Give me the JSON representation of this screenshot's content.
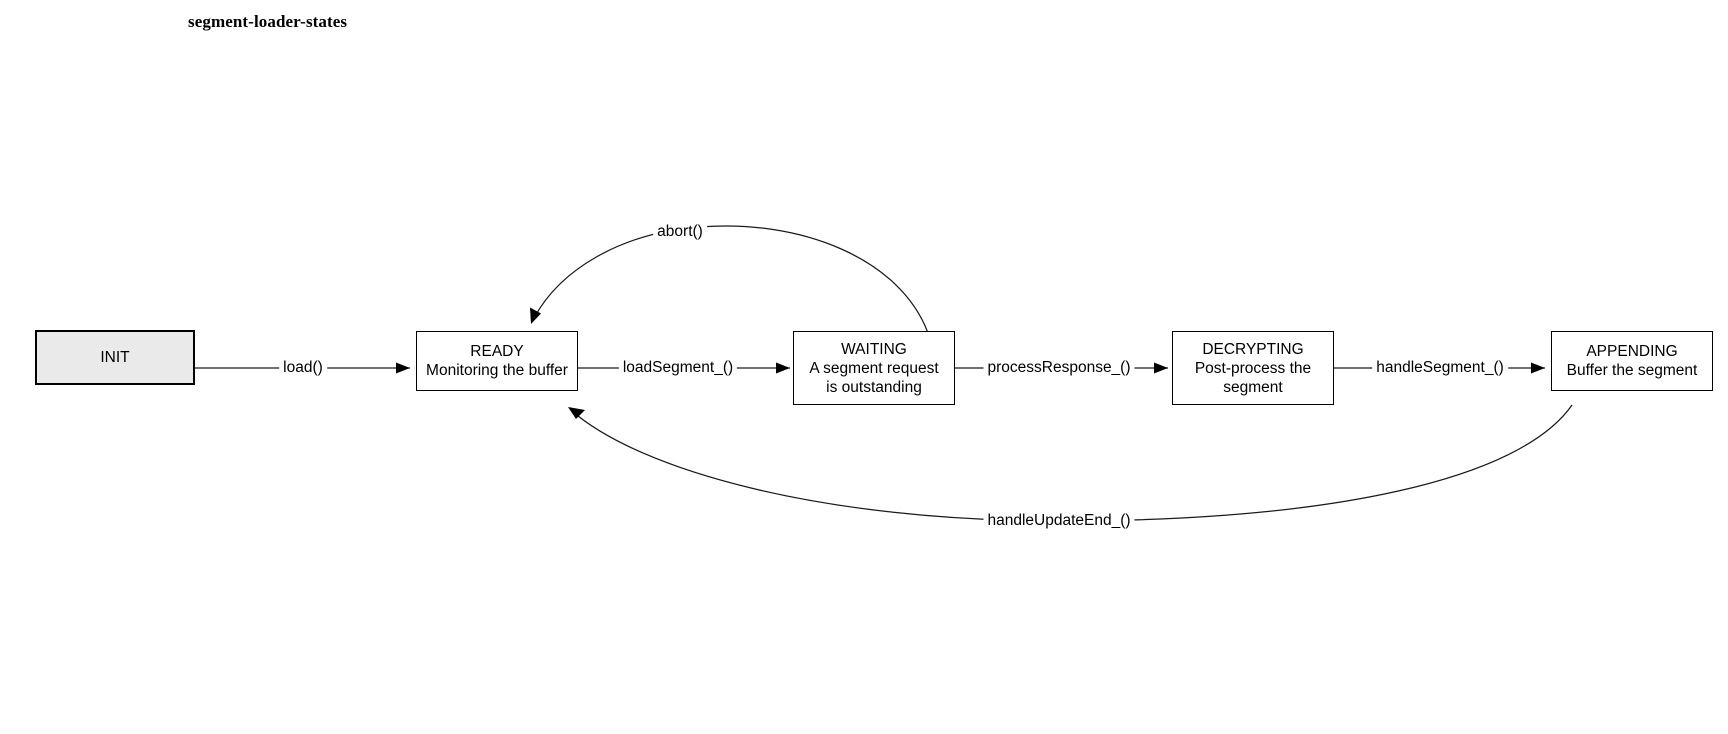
{
  "title": "segment-loader-states",
  "diagram": {
    "type": "state-machine",
    "nodes": [
      {
        "id": "init",
        "title": "INIT",
        "desc": "",
        "style": "start",
        "fill": "#eaeaea",
        "stroke": "#000000"
      },
      {
        "id": "ready",
        "title": "READY",
        "desc": "Monitoring the buffer",
        "style": "state",
        "fill": "#ffffff",
        "stroke": "#000000"
      },
      {
        "id": "waiting",
        "title": "WAITING",
        "desc": "A segment request\nis outstanding",
        "style": "state",
        "fill": "#ffffff",
        "stroke": "#000000"
      },
      {
        "id": "decrypting",
        "title": "DECRYPTING",
        "desc": "Post-process the\nsegment",
        "style": "state",
        "fill": "#ffffff",
        "stroke": "#000000"
      },
      {
        "id": "appending",
        "title": "APPENDING",
        "desc": "Buffer the segment",
        "style": "state",
        "fill": "#ffffff",
        "stroke": "#000000"
      }
    ],
    "edges": [
      {
        "id": "e1",
        "from": "init",
        "to": "ready",
        "label": "load()"
      },
      {
        "id": "e2",
        "from": "ready",
        "to": "waiting",
        "label": "loadSegment_()"
      },
      {
        "id": "e3",
        "from": "waiting",
        "to": "ready",
        "label": "abort()"
      },
      {
        "id": "e4",
        "from": "waiting",
        "to": "decrypting",
        "label": "processResponse_()"
      },
      {
        "id": "e5",
        "from": "decrypting",
        "to": "appending",
        "label": "handleSegment_()"
      },
      {
        "id": "e6",
        "from": "appending",
        "to": "ready",
        "label": "handleUpdateEnd_()"
      }
    ]
  }
}
